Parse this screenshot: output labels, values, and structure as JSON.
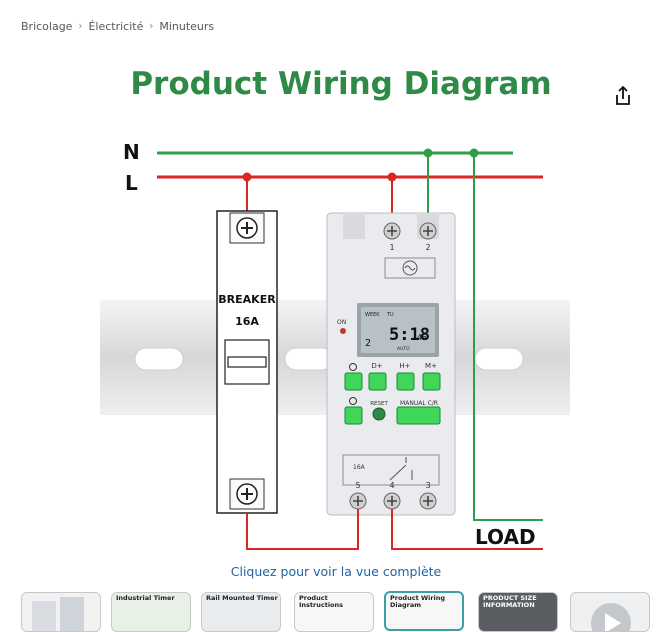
{
  "breadcrumb": [
    "Bricolage",
    "Électricité",
    "Minuteurs"
  ],
  "share": {
    "icon": "share-icon"
  },
  "diagram": {
    "title": "Product Wiring Diagram",
    "line_n": "N",
    "line_l": "L",
    "breaker_label": "BREAKER",
    "breaker_rating": "16A",
    "top_terminal_1": "1",
    "top_terminal_2": "2",
    "on_label": "ON",
    "week_label": "WEEK",
    "tu_label": "TU",
    "time_display": "5:18",
    "seconds_display": "45",
    "day_digit": "2",
    "auto_label": "AUTO",
    "btn_clock": "⏻",
    "btn_d": "D+",
    "btn_h": "H+",
    "btn_m": "M+",
    "reset_label": "RESET",
    "manual_label": "MANUAL C/R",
    "relay_rating": "16A",
    "bottom_terminal_5": "5",
    "bottom_terminal_4": "4",
    "bottom_terminal_3": "3",
    "load_label": "LOAD",
    "colors": {
      "title": "#2e8a46",
      "neutral": "#2e9e4b",
      "live": "#d92626",
      "buttons": "#3fd65a"
    }
  },
  "caption": "Cliquez pour voir la vue complète",
  "thumbnails": [
    {
      "label": ""
    },
    {
      "label": "Industrial Timer"
    },
    {
      "label": "Rail Mounted Timer"
    },
    {
      "label": "Product Instructions"
    },
    {
      "label": "Product Wiring Diagram"
    },
    {
      "label": "PRODUCT SIZE INFORMATION"
    },
    {
      "label": ""
    }
  ]
}
